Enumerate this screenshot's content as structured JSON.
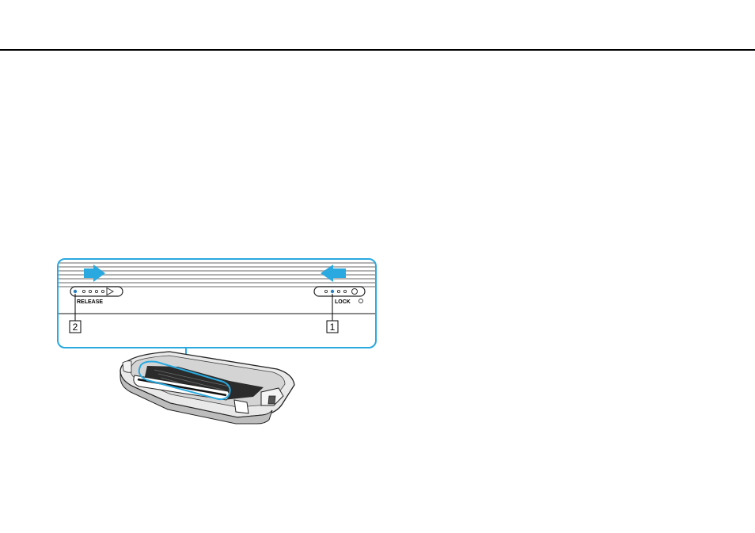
{
  "header": {
    "rule": "black"
  },
  "figure": {
    "release_label": "RELEASE",
    "lock_label": "LOCK",
    "callout_2": "2",
    "callout_1": "1",
    "highlight_color": "#29a9e0",
    "arrow_right_icon": "arrow-right-icon",
    "arrow_left_icon": "arrow-left-icon",
    "unlocked_icon": "triangle-unlocked-icon",
    "locked_icon": "circle-locked-icon"
  }
}
